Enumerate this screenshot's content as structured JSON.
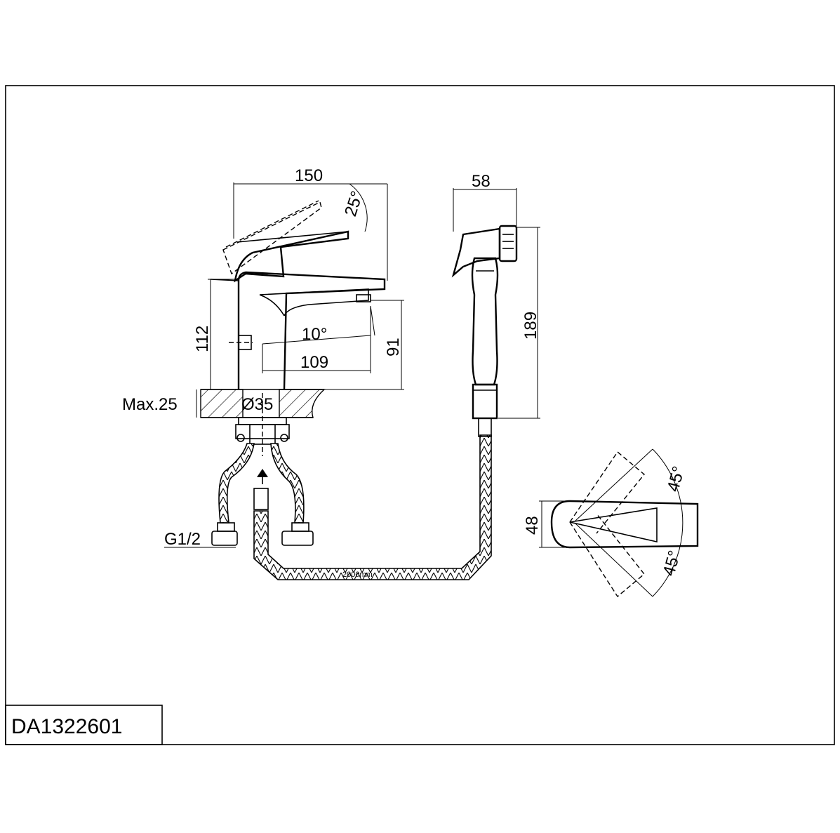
{
  "model_code": "DA1322601",
  "dimensions": {
    "overall_length": "150",
    "handle_angle": "25°",
    "spout_angle": "10°",
    "body_height": "112",
    "spout_height": "91",
    "spout_reach": "109",
    "deck_thickness": "Max.25",
    "hole_diameter": "Ø35",
    "inlet_thread": "G1/2",
    "hose_length": "2000mm",
    "shower_width": "58",
    "shower_length": "189",
    "handle_width": "48",
    "rotation_upper": "45°",
    "rotation_lower": "45°"
  }
}
